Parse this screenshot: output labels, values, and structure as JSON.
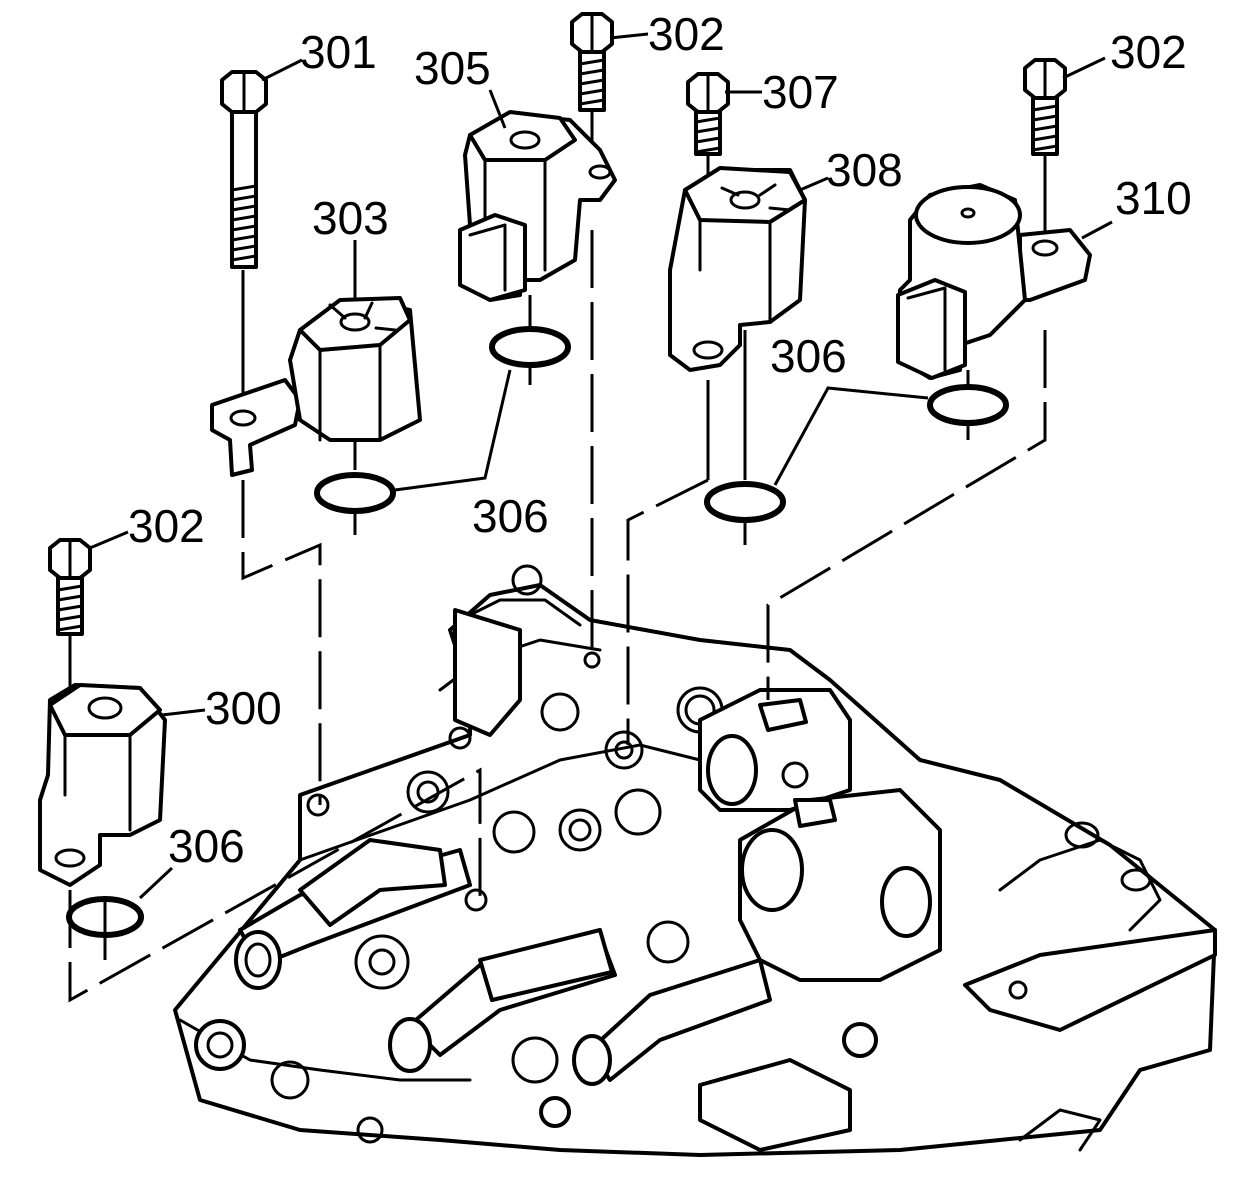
{
  "callouts": {
    "c301": "301",
    "c302_center": "302",
    "c305": "305",
    "c307": "307",
    "c302_right": "302",
    "c303": "303",
    "c308": "308",
    "c310": "310",
    "c306_mid": "306",
    "c306_right": "306",
    "c302_left": "302",
    "c300": "300",
    "c306_left": "306"
  }
}
